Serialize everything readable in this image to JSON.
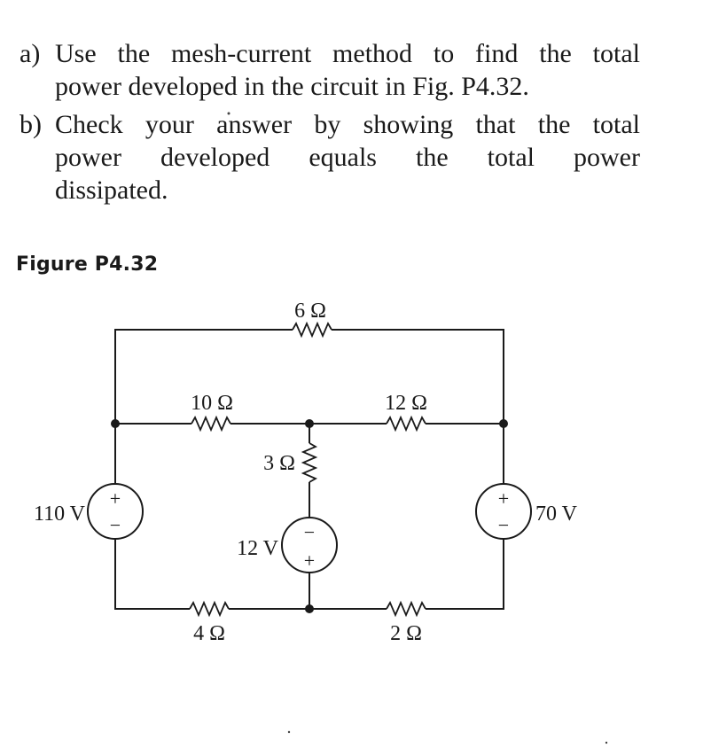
{
  "problem": {
    "part_a": {
      "letter": "a)",
      "line1": "Use the mesh-current method to find the total",
      "line2": "power developed in the circuit in Fig. P4.32."
    },
    "part_b": {
      "letter": "b)",
      "line1": "Check your answer by showing that the total",
      "line2": "power developed equals the total power",
      "line3": "dissipated."
    }
  },
  "figure": {
    "label": "Figure P4.32",
    "resistors": {
      "r_top": "6 Ω",
      "r_mid_left": "10 Ω",
      "r_mid_right": "12 Ω",
      "r_center": "3 Ω",
      "r_bottom_left": "4 Ω",
      "r_bottom_right": "2 Ω"
    },
    "sources": {
      "left": {
        "value": "110 V",
        "top_sign": "+",
        "bottom_sign": "−"
      },
      "center": {
        "value": "12 V",
        "top_sign": "−",
        "bottom_sign": "+"
      },
      "right": {
        "value": "70 V",
        "top_sign": "+",
        "bottom_sign": "−"
      }
    }
  }
}
